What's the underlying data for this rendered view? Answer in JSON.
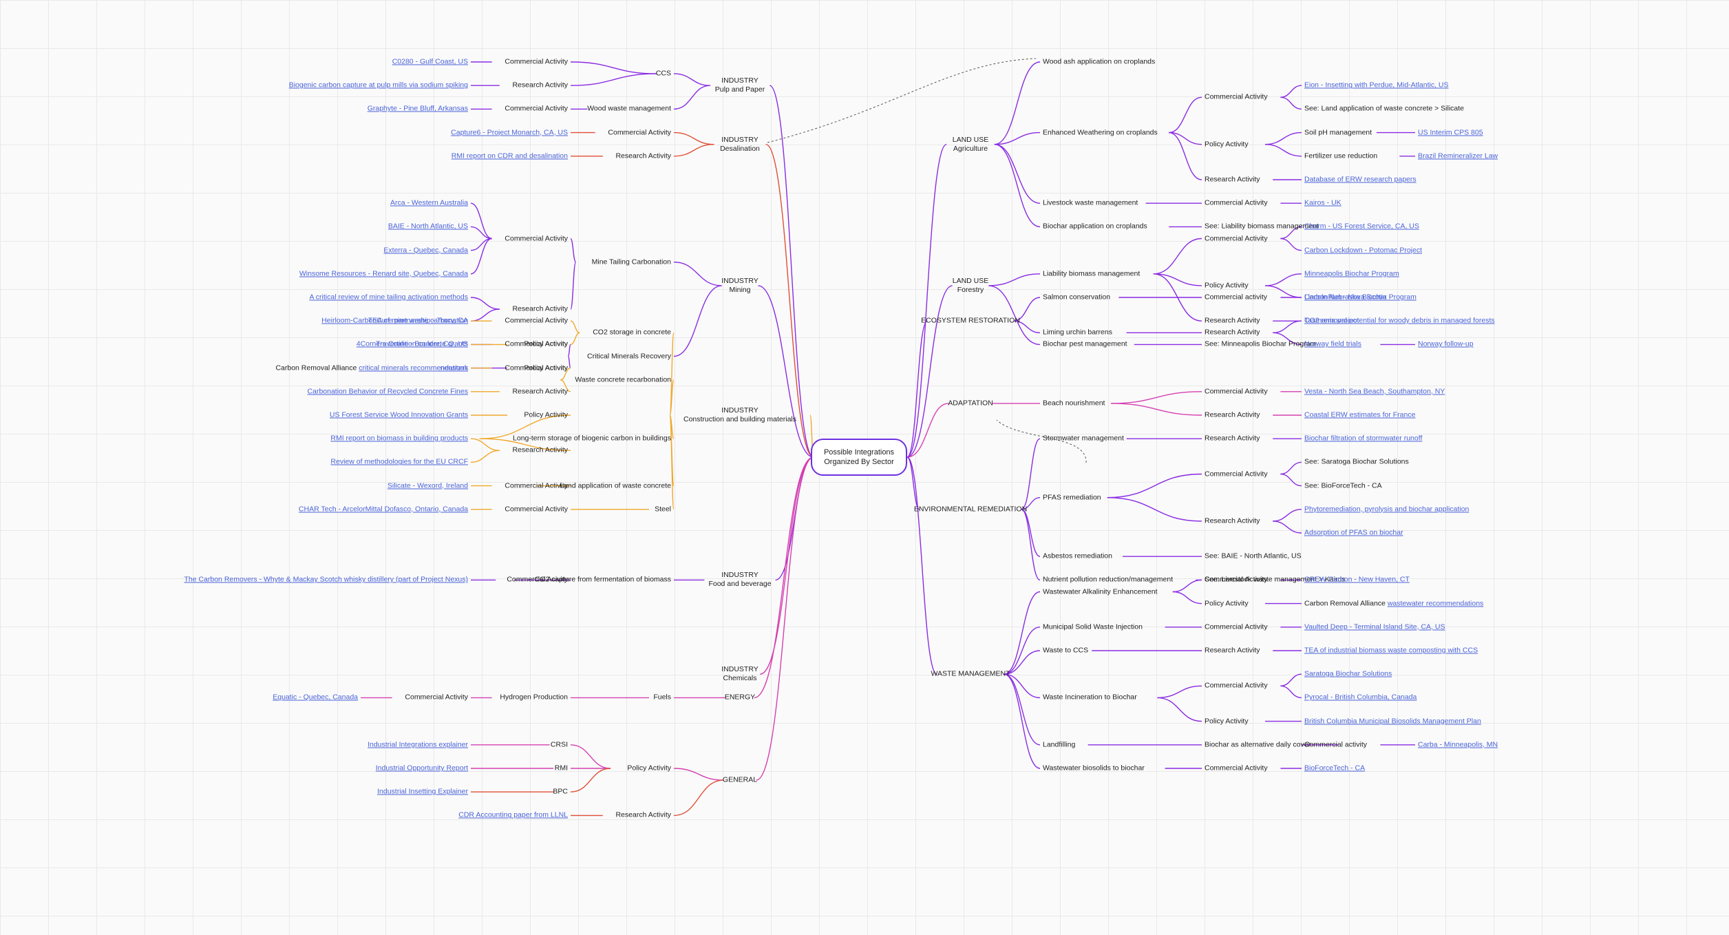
{
  "root": {
    "label": "Possible Integrations Organized By Sector"
  },
  "colors": {
    "purple": "#8a2be2",
    "pink": "#d63fb0",
    "orange": "#f0a82a",
    "red": "#e04e36",
    "blue_link": "#4a63d8",
    "root_border": "#6c30e0",
    "grid": "#e9e9e9",
    "background": "#fafafa"
  },
  "left": [
    {
      "label": "INDUSTRY\nPulp and Paper",
      "color": "purple",
      "children": [
        {
          "label": "CCS",
          "children": [
            {
              "label": "Commercial Activity",
              "children": [
                {
                  "label": "C0280 - Gulf Coast, US",
                  "link": true
                }
              ]
            },
            {
              "label": "Research Activity",
              "children": [
                {
                  "label": "Biogenic carbon capture at pulp mills via sodium spiking",
                  "link": true
                }
              ]
            }
          ]
        },
        {
          "label": "Wood waste management",
          "children": [
            {
              "label": "Commercial Activity",
              "children": [
                {
                  "label": "Graphyte - Pine Bluff, Arkansas",
                  "link": true
                }
              ]
            }
          ]
        }
      ]
    },
    {
      "label": "INDUSTRY\nDesalination",
      "color": "red",
      "children": [
        {
          "label": "Commercial Activity",
          "children": [
            {
              "label": "Capture6 - Project Monarch, CA, US",
              "link": true
            }
          ]
        },
        {
          "label": "Research Activity",
          "children": [
            {
              "label": "RMI report on CDR and desalination",
              "link": true
            }
          ]
        }
      ]
    },
    {
      "label": "INDUSTRY\nMining",
      "color": "purple",
      "children": [
        {
          "label": "Mine Tailing Carbonation",
          "children": [
            {
              "label": "Commercial Activity",
              "children": [
                {
                  "label": "Arca - Western Australia",
                  "link": true
                },
                {
                  "label": "BAIE - North Atlantic, US",
                  "link": true
                },
                {
                  "label": "Exterra - Quebec, Canada",
                  "link": true
                },
                {
                  "label": "Winsome Resources - Renard site, Quebec, Canada",
                  "link": true
                }
              ]
            },
            {
              "label": "Research Activity",
              "children": [
                {
                  "label": "A critical review of mine tailing activation methods",
                  "link": true
                },
                {
                  "label": "TEA of mine waste carbonation",
                  "link": true
                }
              ]
            }
          ]
        },
        {
          "label": "Critical Minerals Recovery",
          "children": [
            {
              "label": "Commercial Activity",
              "children": [
                {
                  "label": "Travertine - Boulder, CO, US",
                  "link": true
                }
              ]
            },
            {
              "label": "Policy Activity",
              "children": [
                {
                  "label": "critical minerals recommendations",
                  "link": true,
                  "prefix": "Carbon Removal Alliance "
                }
              ]
            }
          ]
        }
      ]
    },
    {
      "label": "INDUSTRY\nConstruction and building materials",
      "color": "orange",
      "children": [
        {
          "label": "CO2 storage in concrete",
          "children": [
            {
              "label": "Commercial Activity",
              "children": [
                {
                  "label": "Heirloom-CarbonCure partnership - Tracy, CA",
                  "link": true
                }
              ]
            },
            {
              "label": "Policy Activity",
              "children": [
                {
                  "label": "4Corners Coalition concrete grants",
                  "link": true
                }
              ]
            }
          ]
        },
        {
          "label": "Waste concrete recarbonation",
          "children": [
            {
              "label": "Commercial Activity",
              "children": [
                {
                  "label": "neustark",
                  "link": true
                }
              ]
            },
            {
              "label": "Research Activity",
              "children": [
                {
                  "label": "Carbonation Behavior of Recycled Concrete Fines",
                  "link": true
                }
              ]
            }
          ]
        },
        {
          "label": "Long-term storage of biogenic carbon in buildings",
          "children": [
            {
              "label": "Policy Activity",
              "children": [
                {
                  "label": "US Forest Service Wood Innovation Grants",
                  "link": true
                }
              ]
            },
            {
              "label": "Research Activity",
              "children": [
                {
                  "label": "RMI report on biomass in building products",
                  "link": true
                },
                {
                  "label": "Review of methodologies for the EU CRCF",
                  "link": true
                }
              ]
            }
          ]
        },
        {
          "label": "Land application of waste concrete",
          "children": [
            {
              "label": "Commercial Activity",
              "children": [
                {
                  "label": "Silicate - Wexord, Ireland",
                  "link": true
                }
              ]
            }
          ]
        },
        {
          "label": "Steel",
          "children": [
            {
              "label": "Commercial Activity",
              "children": [
                {
                  "label": "CHAR Tech - ArcelorMittal Dofasco, Ontario, Canada",
                  "link": true
                }
              ]
            }
          ]
        }
      ]
    },
    {
      "label": "INDUSTRY\nFood and beverage",
      "color": "purple",
      "children": [
        {
          "label": "CO2 capture from fermentation of biomass",
          "children": [
            {
              "label": "Commercial Acivity",
              "children": [
                {
                  "label": "The Carbon Removers -  Whyte & Mackay Scotch whisky distillery (part of Project Nexus)",
                  "link": true
                }
              ]
            }
          ]
        }
      ]
    },
    {
      "label": "INDUSTRY\nChemicals",
      "color": "pink",
      "children": []
    },
    {
      "label": "ENERGY",
      "color": "pink",
      "children": [
        {
          "label": "Fuels",
          "children": [
            {
              "label": "Hydrogen Production",
              "children": [
                {
                  "label": "Commercial Activity",
                  "children": [
                    {
                      "label": "Equatic - Quebec, Canada",
                      "link": true
                    }
                  ]
                }
              ]
            }
          ]
        }
      ]
    },
    {
      "label": "GENERAL",
      "color": "pink",
      "children": [
        {
          "label": "Policy Activity",
          "children": [
            {
              "label": "CRSI",
              "children": [
                {
                  "label": "Industrial Integrations explainer",
                  "link": true
                }
              ]
            },
            {
              "label": "RMI",
              "children": [
                {
                  "label": "Industrial Opportunity Report",
                  "link": true
                }
              ]
            },
            {
              "label": "BPC",
              "color": "red",
              "children": [
                {
                  "label": "Industrial Insetting Explainer",
                  "link": true
                }
              ]
            }
          ]
        },
        {
          "label": "Research Activity",
          "color": "red",
          "children": [
            {
              "label": "CDR Accounting paper from LLNL",
              "link": true
            }
          ]
        }
      ]
    }
  ],
  "right": [
    {
      "label": "LAND USE\nAgriculture",
      "color": "purple",
      "children": [
        {
          "label": "Wood ash application on croplands",
          "children": []
        },
        {
          "label": "Enhanced Weathering on croplands",
          "children": [
            {
              "label": "Commercial Activity",
              "children": [
                {
                  "label": "Eion - Insetting with Perdue, Mid-Atlantic, US",
                  "link": true
                },
                {
                  "label": "See: Land application of waste concrete > Silicate"
                }
              ]
            },
            {
              "label": "Policy Activity",
              "children": [
                {
                  "label": "Soil pH management",
                  "children": [
                    {
                      "label": "US Interim CPS 805",
                      "link": true
                    }
                  ]
                },
                {
                  "label": "Fertilizer use reduction",
                  "children": [
                    {
                      "label": "Brazil Remineralizer Law",
                      "link": true
                    }
                  ]
                }
              ]
            },
            {
              "label": "Research Activity",
              "children": [
                {
                  "label": "Database of ERW research papers",
                  "link": true
                }
              ]
            }
          ]
        },
        {
          "label": "Livestock waste management",
          "children": [
            {
              "label": "Commercial Activity",
              "children": [
                {
                  "label": "Kairos - UK",
                  "link": true
                }
              ]
            }
          ]
        },
        {
          "label": "Biochar application on croplands",
          "children": [
            {
              "label": "See: Liability biomass management"
            }
          ]
        }
      ]
    },
    {
      "label": "LAND USE\nForestry",
      "color": "purple",
      "children": [
        {
          "label": "Liability biomass management",
          "children": [
            {
              "label": "Commercial Activity",
              "children": [
                {
                  "label": "Charm - US Forest Service, CA, US",
                  "link": true
                },
                {
                  "label": "Carbon Lockdown - Potomac Project",
                  "link": true
                }
              ]
            },
            {
              "label": "Policy Activity",
              "children": [
                {
                  "label": "Minneapolis Biochar Program",
                  "link": true
                },
                {
                  "label": "Lincoln Nebraska Biochar Program",
                  "link": true
                }
              ]
            },
            {
              "label": "Research Activity",
              "children": [
                {
                  "label": "CO2 removal potential for woody debris in managed forests",
                  "link": true
                }
              ]
            }
          ]
        },
        {
          "label": "Biochar pest management",
          "children": [
            {
              "label": "See: Minneapolis Biochar Program"
            }
          ]
        }
      ]
    },
    {
      "label": "ECOSYSTEM RESTORATION",
      "color": "purple",
      "children": [
        {
          "label": "Salmon conservation",
          "children": [
            {
              "label": "Commercial activity",
              "children": [
                {
                  "label": "CarbonRun - Nova Scotia",
                  "link": true
                }
              ]
            }
          ]
        },
        {
          "label": "Liming urchin barrens",
          "children": [
            {
              "label": "Research Activity",
              "children": [
                {
                  "label": "Tasmania project",
                  "link": true
                },
                {
                  "label": "Norway field trials",
                  "link": true,
                  "children": [
                    {
                      "label": "Norway follow-up",
                      "link": true
                    }
                  ]
                }
              ]
            }
          ]
        }
      ]
    },
    {
      "label": "ADAPTATION",
      "color": "pink",
      "children": [
        {
          "label": "Beach nourishment",
          "children": [
            {
              "label": "Commercial Activity",
              "children": [
                {
                  "label": "Vesta - North Sea Beach, Southampton, NY",
                  "link": true
                }
              ]
            },
            {
              "label": "Research Activity",
              "children": [
                {
                  "label": "Coastal ERW estimates for France",
                  "link": true
                }
              ]
            }
          ]
        }
      ]
    },
    {
      "label": "ENVIRONMENTAL REMEDIATION",
      "color": "purple",
      "children": [
        {
          "label": "Stormwater management",
          "children": [
            {
              "label": "Research Activity",
              "children": [
                {
                  "label": "Biochar filtration of stormwater runoff",
                  "link": true
                }
              ]
            }
          ]
        },
        {
          "label": "PFAS remediation",
          "children": [
            {
              "label": "Commercial Activity",
              "children": [
                {
                  "label": "See: Saratoga Biochar Solutions"
                },
                {
                  "label": "See: BioForceTech - CA"
                }
              ]
            },
            {
              "label": "Research Activity",
              "children": [
                {
                  "label": "Phytoremediation, pyrolysis and biochar application",
                  "link": true
                },
                {
                  "label": "Adsorption of PFAS on biochar",
                  "link": true
                }
              ]
            }
          ]
        },
        {
          "label": "Asbestos remediation",
          "children": [
            {
              "label": "See: BAIE - North Atlantic, US"
            }
          ]
        },
        {
          "label": "Nutrient pollution reduction/management",
          "children": [
            {
              "label": "See: Livestock waste management > Kairos"
            }
          ]
        }
      ]
    },
    {
      "label": "WASTE MANAGEMENT",
      "color": "purple",
      "children": [
        {
          "label": "Wastewater Alkalinity Enhancement",
          "children": [
            {
              "label": "Commercial Activity",
              "children": [
                {
                  "label": "CREW Carbon - New Haven, CT",
                  "link": true
                }
              ]
            },
            {
              "label": "Policy Activity",
              "children": [
                {
                  "label": "wastewater recommendations",
                  "link": true,
                  "prefix": "Carbon Removal Alliance "
                }
              ]
            }
          ]
        },
        {
          "label": "Municipal Solid Waste Injection",
          "children": [
            {
              "label": "Commercial Activity",
              "children": [
                {
                  "label": "Vaulted Deep - Terminal Island Site, CA, US",
                  "link": true
                }
              ]
            }
          ]
        },
        {
          "label": "Waste to CCS",
          "children": [
            {
              "label": "Research Activity",
              "children": [
                {
                  "label": "TEA of industrial biomass waste composting with CCS",
                  "link": true
                }
              ]
            }
          ]
        },
        {
          "label": "Waste Incineration to Biochar",
          "children": [
            {
              "label": "Commercial Activity",
              "children": [
                {
                  "label": "Saratoga Biochar Solutions",
                  "link": true
                },
                {
                  "label": "Pyrocal - British Columbia, Canada",
                  "link": true
                }
              ]
            },
            {
              "label": "Policy Activity",
              "children": [
                {
                  "label": "British Columbia Municipal Biosolids Management Plan",
                  "link": true
                }
              ]
            }
          ]
        },
        {
          "label": "Landfilling",
          "children": [
            {
              "label": "Biochar as alternative daily cover",
              "children": [
                {
                  "label": "Commercial activity",
                  "children": [
                    {
                      "label": "Carba - Minneapolis, MN",
                      "link": true
                    }
                  ]
                }
              ]
            }
          ]
        },
        {
          "label": "Wastewater biosolids to biochar",
          "children": [
            {
              "label": "Commercial Activity",
              "children": [
                {
                  "label": "BioForceTech - CA",
                  "link": true
                }
              ]
            }
          ]
        }
      ]
    }
  ]
}
